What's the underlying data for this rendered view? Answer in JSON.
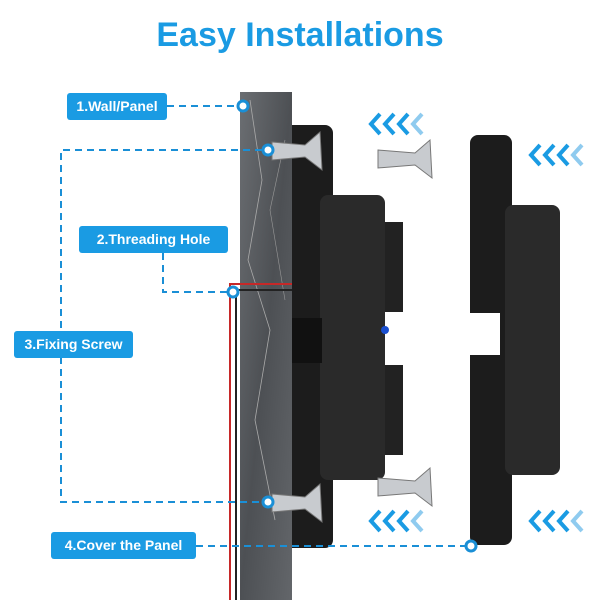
{
  "title": "Easy Installations",
  "labels": [
    "1.Wall/Panel",
    "2.Threading Hole",
    "3.Fixing Screw",
    "4.Cover the Panel"
  ],
  "colors": {
    "accent": "#1a9be3",
    "wall": "#5a5d61",
    "panel": "#1c1c1c"
  }
}
